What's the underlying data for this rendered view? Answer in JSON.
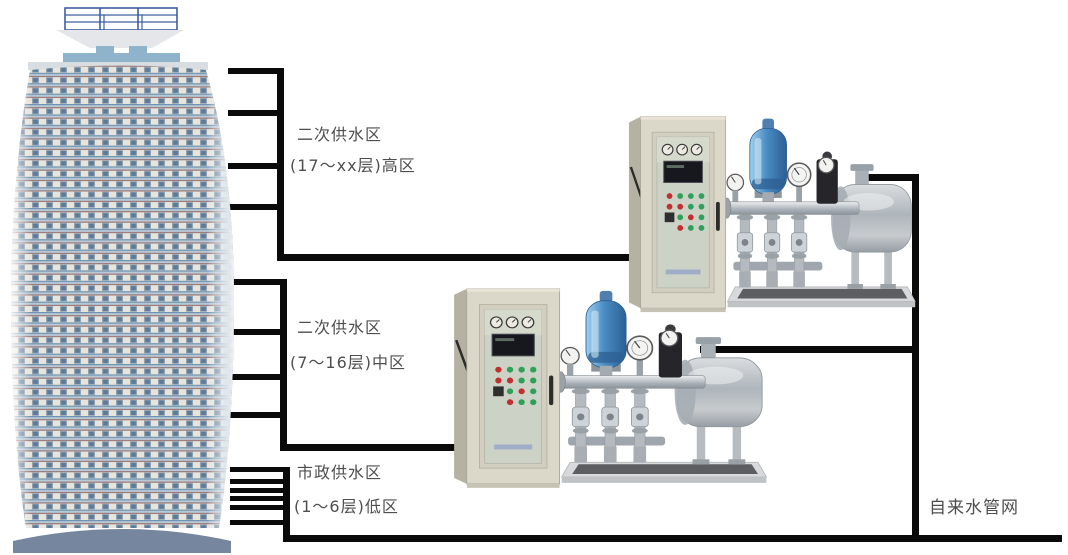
{
  "diagram": {
    "zones": [
      {
        "id": "high",
        "line1": "二次供水区",
        "line2": "(17～xx层)高区"
      },
      {
        "id": "mid",
        "line1": "二次供水区",
        "line2": "(7～16层)中区"
      },
      {
        "id": "low",
        "line1": "市政供水区",
        "line2": "(1～6层)低区"
      }
    ],
    "network_label": "自来水管网",
    "colors": {
      "pipe_line": "#0a0a0a",
      "label_text": "#4e4e4e",
      "pressure_tank_blue": "#4a8cc4",
      "cabinet_beige": "#dbd7c9",
      "building_slab_blue": "#a9c0d2",
      "building_window_blue": "#7e94a8",
      "building_trim_maroon": "#8d5c55",
      "building_base_gray": "#76869f"
    },
    "equipment": [
      {
        "name": "pump-unit-upper",
        "parts": [
          "control-cabinet",
          "pressure-tank",
          "pump-skid",
          "buffer-tank",
          "pressure-gauges"
        ]
      },
      {
        "name": "pump-unit-lower",
        "parts": [
          "control-cabinet",
          "pressure-tank",
          "pump-skid",
          "buffer-tank",
          "pressure-gauges"
        ]
      }
    ]
  }
}
